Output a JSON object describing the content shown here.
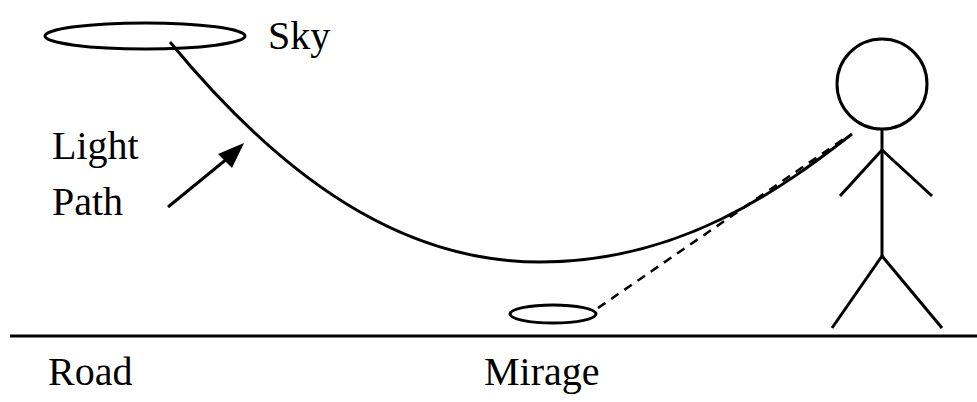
{
  "diagram": {
    "labels": [
      "Sky",
      "Light Path",
      "Road",
      "Mirage"
    ]
  }
}
